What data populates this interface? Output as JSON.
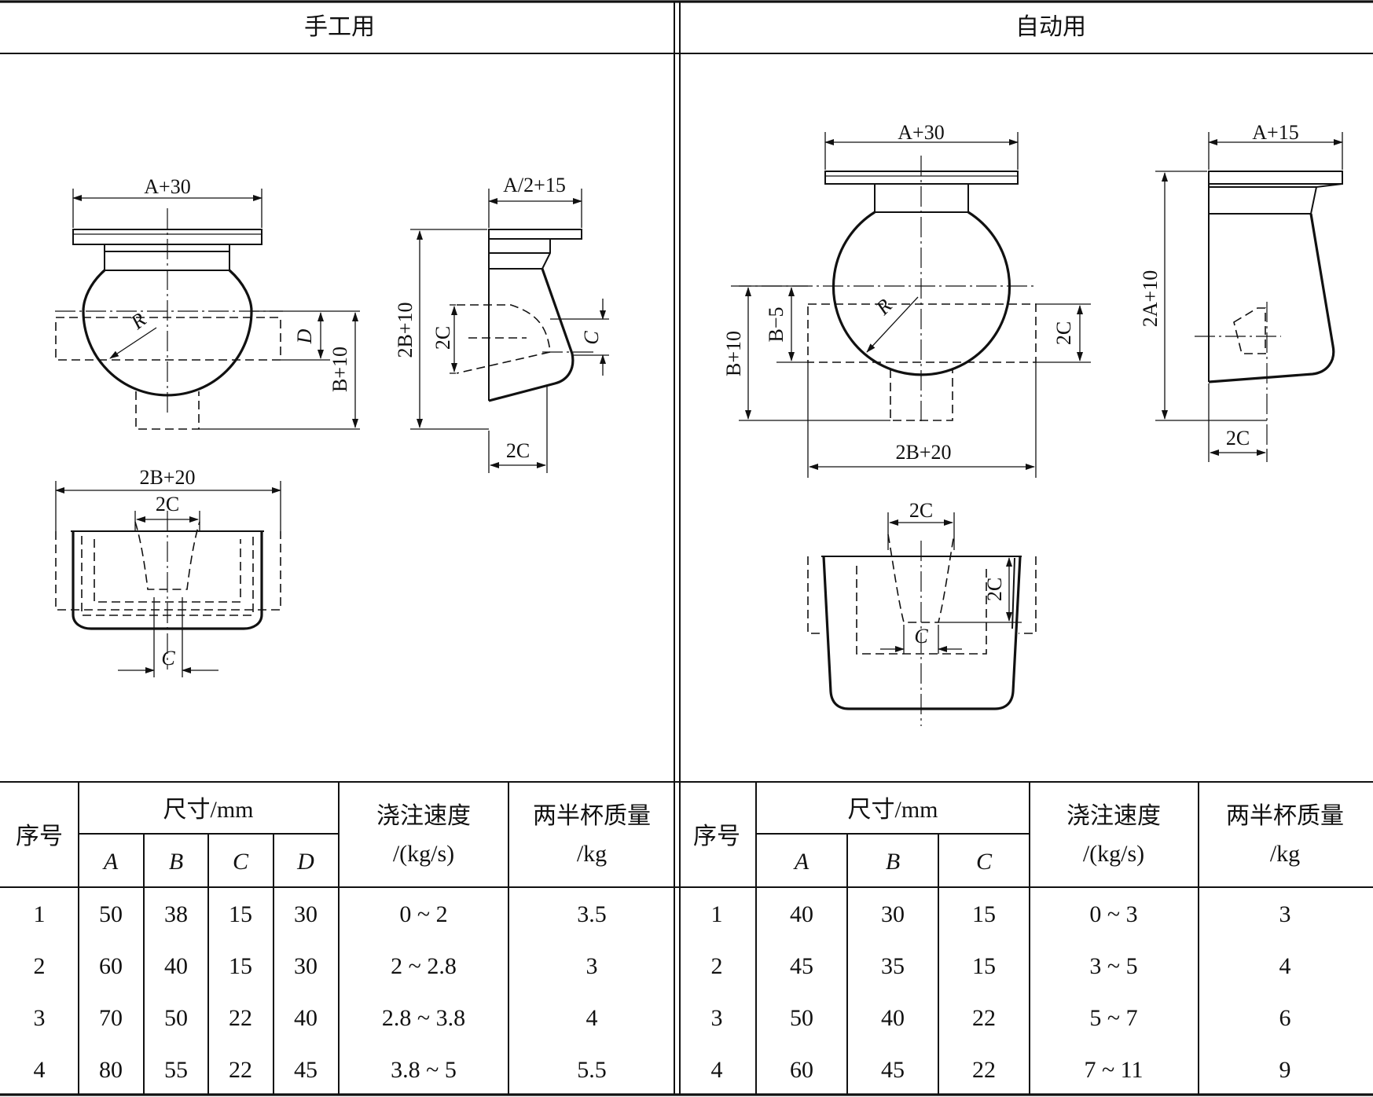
{
  "headers": {
    "left": "手工用",
    "right": "自动用"
  },
  "dims": {
    "l_top_width": "A+30",
    "l_R": "R",
    "l_D": "D",
    "l_B10": "B+10",
    "l_side_width": "A/2+15",
    "l_side_2B10": "2B+10",
    "l_side_2C": "2C",
    "l_side_C": "C",
    "l_side_bottom_2C": "2C",
    "l_plan_2B20": "2B+20",
    "l_plan_2C": "2C",
    "l_plan_C": "C",
    "r_top_width": "A+30",
    "r_R": "R",
    "r_B10": "B+10",
    "r_B5": "B−5",
    "r_2C_right": "2C",
    "r_2B20": "2B+20",
    "r_side_width": "A+15",
    "r_side_2A10": "2A+10",
    "r_side_2C": "2C",
    "r_plan_2C_top": "2C",
    "r_plan_2C_right": "2C",
    "r_plan_C": "C"
  },
  "left_table": {
    "seq": "序号",
    "size": "尺寸/mm",
    "speed": "浇注速度",
    "speed_unit": "/(kg/s)",
    "mass": "两半杯质量",
    "mass_unit": "/kg",
    "cols": [
      "A",
      "B",
      "C",
      "D"
    ],
    "rows": [
      [
        "1",
        "50",
        "38",
        "15",
        "30",
        "0 ~ 2",
        "3.5"
      ],
      [
        "2",
        "60",
        "40",
        "15",
        "30",
        "2 ~ 2.8",
        "3"
      ],
      [
        "3",
        "70",
        "50",
        "22",
        "40",
        "2.8 ~ 3.8",
        "4"
      ],
      [
        "4",
        "80",
        "55",
        "22",
        "45",
        "3.8 ~ 5",
        "5.5"
      ]
    ]
  },
  "right_table": {
    "seq": "序号",
    "size": "尺寸/mm",
    "speed": "浇注速度",
    "speed_unit": "/(kg/s)",
    "mass": "两半杯质量",
    "mass_unit": "/kg",
    "cols": [
      "A",
      "B",
      "C"
    ],
    "rows": [
      [
        "1",
        "40",
        "30",
        "15",
        "0 ~ 3",
        "3"
      ],
      [
        "2",
        "45",
        "35",
        "15",
        "3 ~ 5",
        "4"
      ],
      [
        "3",
        "50",
        "40",
        "22",
        "5 ~ 7",
        "6"
      ],
      [
        "4",
        "60",
        "45",
        "22",
        "7 ~ 11",
        "9"
      ]
    ]
  }
}
